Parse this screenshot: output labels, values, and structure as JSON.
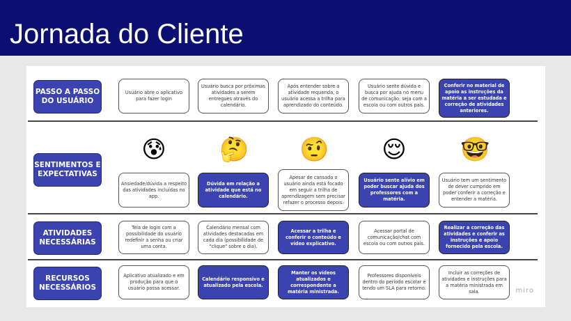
{
  "title": "Jornada do Cliente",
  "rows": [
    {
      "label": "PASSO A PASSO DO USUÁRIO",
      "cards": [
        "Usuário abre o aplicativo para fazer login",
        "Usuário busca por próximas atividades a serem entregues através do calendário.",
        "Após entender sobre a atividade requerida, o usuário acessa a trilha para aprendizado do conteúdo.",
        "Usuário sente dúvida e busca por ajuda no menu de comunicação, seja com a escola ou com outros pais.",
        "Conferir no material de apoio as instruções da matéria a ser estudada e correção de atividades anteriores."
      ],
      "highlight": [
        false,
        false,
        false,
        false,
        true
      ]
    },
    {
      "label": "SENTIMENTOS E EXPECTATIVAS",
      "emojis": [
        "😰",
        "🤔",
        "🤨",
        "😌",
        "🤓"
      ],
      "emoji_names": [
        "anxious-sweat",
        "thinking",
        "raised-eyebrow",
        "relieved",
        "nerd"
      ],
      "cards": [
        "Ansiedade/dúvida a respeito das atividades incluídas no app.",
        "Dúvida em relação a atividade que está no calendário.",
        "Apesar de cansado o usuário ainda está focado em seguir a trilha de aprendizagem sem precisar refazer o processo depois.",
        "Usuário sente alívio em poder buscar ajuda dos professores com a matéria.",
        "Usuário tem um sentimento de dever cumprido em poder conferir a correção e entender a matéria."
      ],
      "highlight": [
        false,
        true,
        false,
        true,
        false
      ]
    },
    {
      "label": "ATIVIDADES NECESSÁRIAS",
      "cards": [
        "Tela de login com a possibilidade do usuário redefinir a senha ou criar uma conta.",
        "Calendário mensal com atividades destacadas em cada dia (possibilidade de \"clique\" sobre o dia).",
        "Acessar a trilha e conferir o conteúdo e vídeo explicativo.",
        "Acessar portal de comunicação/chat com escola ou com outros pais.",
        "Realizar a correção das atividades e conferir as instruções e apoio fornecido pela escola."
      ],
      "highlight": [
        false,
        false,
        true,
        false,
        true
      ]
    },
    {
      "label": "RECURSOS NECESSÁRIOS",
      "cards": [
        "Aplicativo atualizado e em produção para que o usuário possa acessar.",
        "Calendário responsivo e atualizado pela escola.",
        "Manter os vídeos atualizados e correspondente a matéria ministrada.",
        "Professores disponíveis dentro do período escolar e tendo um SLA para retorno.",
        "Incluir as correções de atividades e instruções para a matéria ministrada em sala."
      ],
      "highlight": [
        false,
        true,
        true,
        false,
        false
      ]
    }
  ],
  "watermark": "miro",
  "colors": {
    "header": "#0b0f72",
    "accent": "#3b43b0"
  }
}
